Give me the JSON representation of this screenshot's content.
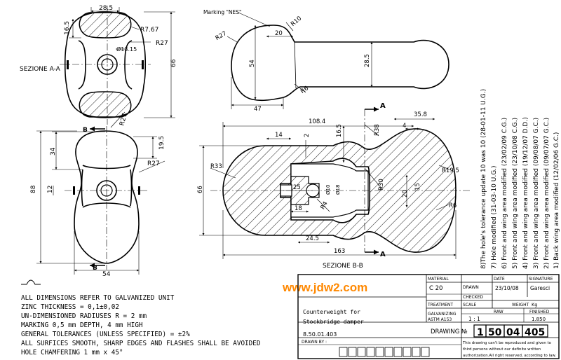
{
  "views": {
    "section_aa": {
      "label": "SEZIONE A-A",
      "dims": [
        "28.5",
        "16.5",
        "R7.67",
        "R27",
        "Ø13.15",
        "66",
        "R27"
      ]
    },
    "side_view": {
      "dims": [
        "34",
        "19.5",
        "R27",
        "88",
        "12",
        "54"
      ],
      "cut_labels": [
        "B",
        "B"
      ]
    },
    "top_profile": {
      "marking_label": "Marking \"NES\"",
      "dims": [
        "R10",
        "20",
        "R27",
        "54",
        "28.5",
        "R6",
        "47"
      ]
    },
    "section_bb": {
      "label": "SEZIONE B-B",
      "cut_labels": [
        "A",
        "A"
      ],
      "dims": [
        "108.4",
        "35.8",
        "14",
        "2",
        "16.5",
        "R38",
        "4",
        "R33",
        "R19.5",
        "66",
        "25",
        "Ø10",
        "Ø18",
        "R30",
        "20",
        "15",
        "18",
        "R4",
        "R6",
        "24.5",
        "163"
      ]
    }
  },
  "revisions": [
    "8)The hole's tolerance update 10 was 10 (28-01-11 U.G.)",
    "7) Hole modified (31-03-10 U.G.)",
    "6) Front and wing area modified (23/02/09 C.G.)",
    "5) Front and wing area modified (23/10/08 C.G.)",
    "4) Front and wing area modified (19/12/07 D.D.)",
    "3) Front and wing area modified (09/08/07 G.C.)",
    "2) Front and wing area modified (09/07/07 G.C.)",
    "1) Back wing area modified (12/02/06 G.C.)"
  ],
  "notes": [
    "ALL DIMENSIONS REFER TO GALVANIZED UNIT",
    "ZINC THICKNESS = 0,1±0,02",
    "UN-DIMENSIONED RADIUSES R = 2 mm",
    "MARKING 0,5 mm DEPTH,  4 mm HIGH",
    "GENERAL TOLERANCES (UNLESS SPECIFIED) = ±2%",
    "ALL SURFICES SMOOTH, SHARP EDGES AND FLASHES SHALL BE AVOIDED",
    "HOLE CHAMFERING 1 mm x 45°"
  ],
  "watermark": "www.jdw2.com",
  "title_block": {
    "material_label": "MATERIAL",
    "material_value": "C 20",
    "date_label": "DATE",
    "signature_label": "SIGNATURE",
    "drawn_label": "DRAWN",
    "drawn_date": "23/10/08",
    "drawn_signature": "Garesci",
    "checked_label": "CHECKED",
    "treatment_label": "TREATMENT",
    "scale_label": "SCALE",
    "weight_label": "WEIGHT",
    "weight_unit": "Kg",
    "galvanizing": "GALVANIZING",
    "astm": "ASTM A153",
    "scale_value": "1 : 1",
    "raw_label": "RAW",
    "finished_label": "FINISHED",
    "weight_finished": "1.850",
    "part_name_line1": "Counterweight for",
    "part_name_line2": "Stockbridge damper",
    "part_code": "8.50.01.403",
    "drawn_by_label": "DRAWN BY :",
    "drawing_no_label": "DRAWING №",
    "drawing_no_digits": [
      "1",
      "50",
      "04",
      "405"
    ],
    "copyright_line1": "This drawing can't be reproduced and given to",
    "copyright_line2": "third persons without our definite written",
    "copyright_line3": "authorization.All right reserved, according to law."
  },
  "colors": {
    "line": "#000000",
    "watermark": "#ff8800"
  }
}
